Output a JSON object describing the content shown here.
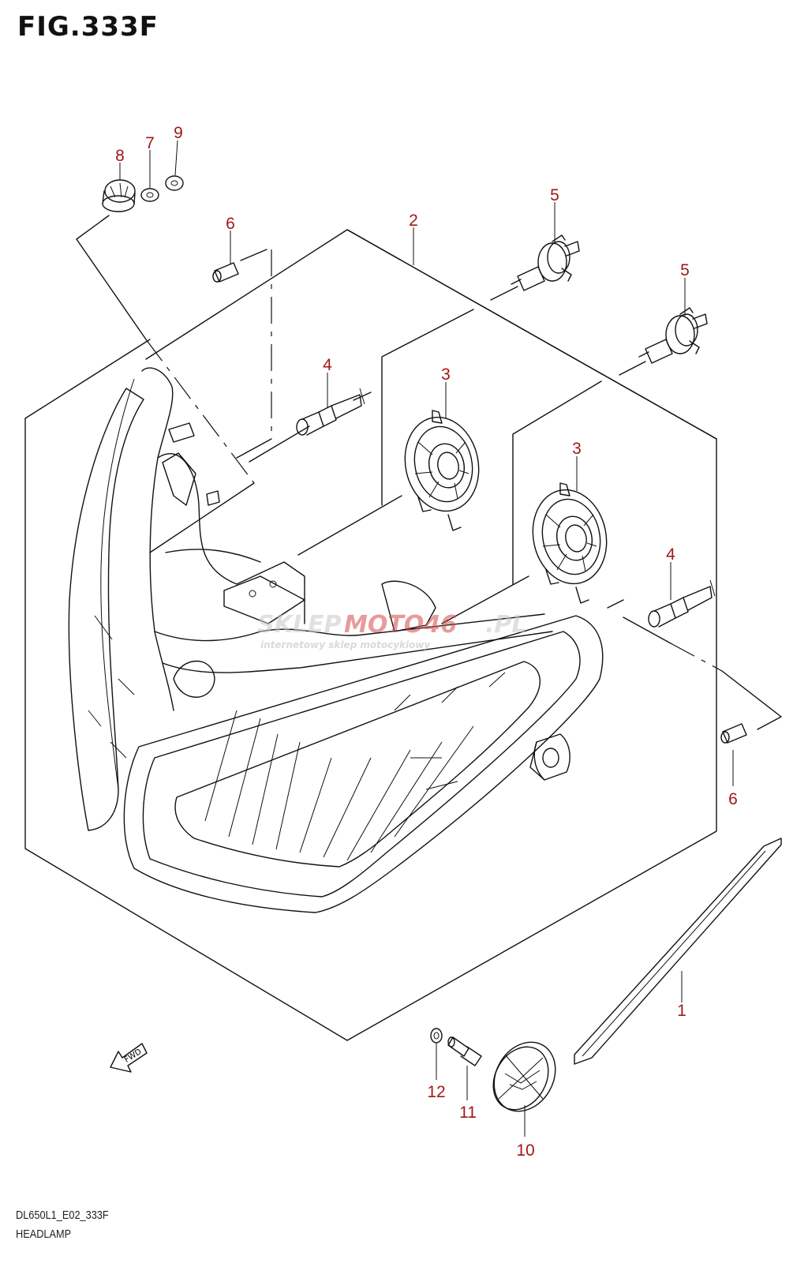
{
  "figure_title": "FIG.333F",
  "footer": {
    "model_code": "DL650L1_E02_333F",
    "section_name": "HEADLAMP"
  },
  "direction_arrow": {
    "label": "FWD",
    "icon": "forward-arrow-icon"
  },
  "watermark": {
    "brand": "SKLEPMOTO46.PL",
    "tagline": "internetowy sklep motocyklowy"
  },
  "callouts": [
    {
      "id": "c8",
      "text": "8"
    },
    {
      "id": "c7",
      "text": "7"
    },
    {
      "id": "c9",
      "text": "9"
    },
    {
      "id": "c6a",
      "text": "6"
    },
    {
      "id": "c2",
      "text": "2"
    },
    {
      "id": "c5a",
      "text": "5"
    },
    {
      "id": "c5b",
      "text": "5"
    },
    {
      "id": "c4a",
      "text": "4"
    },
    {
      "id": "c3a",
      "text": "3"
    },
    {
      "id": "c3b",
      "text": "3"
    },
    {
      "id": "c4b",
      "text": "4"
    },
    {
      "id": "c6b",
      "text": "6"
    },
    {
      "id": "c1",
      "text": "1"
    },
    {
      "id": "c12",
      "text": "12"
    },
    {
      "id": "c11",
      "text": "11"
    },
    {
      "id": "c10",
      "text": "10"
    }
  ],
  "colors": {
    "callout": "#a01818",
    "line": "#111111",
    "watermark_red": "#d44a4a",
    "watermark_gray": "#c8c8c8"
  }
}
